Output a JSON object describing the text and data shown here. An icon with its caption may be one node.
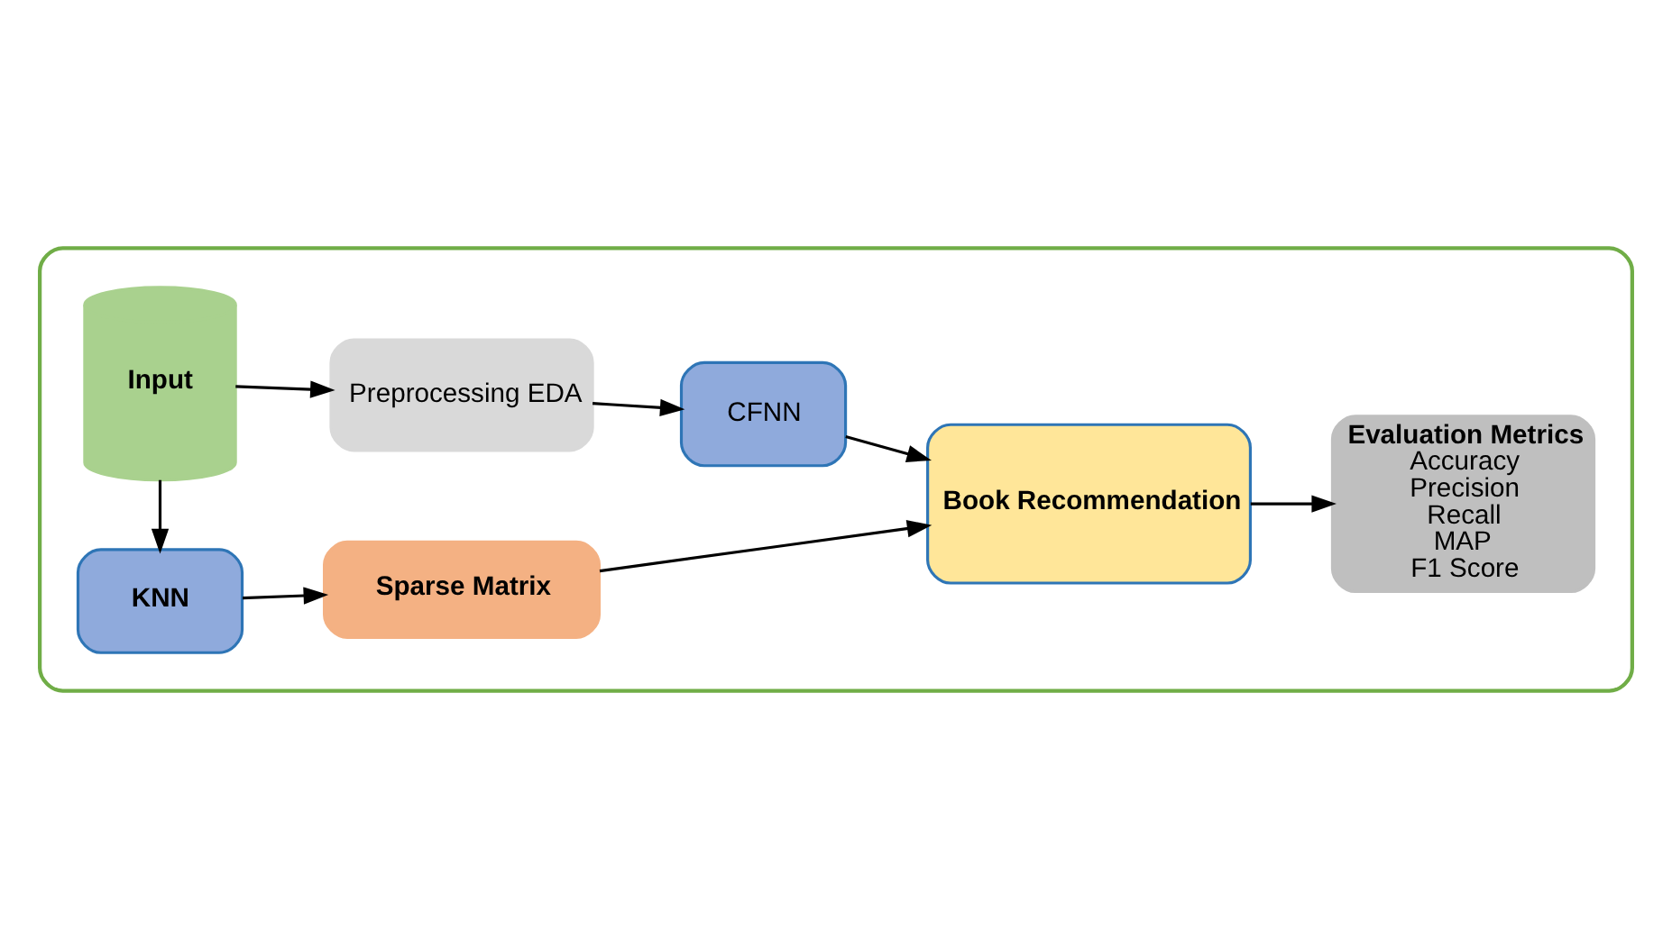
{
  "diagram": {
    "nodes": [
      {
        "text": [],
        "shape": "box"
      },
      {
        "text": [
          "Input"
        ],
        "in": 0
      },
      {
        "text": [
          "Preprocessing EDA"
        ],
        "in": 0
      },
      {
        "text": [
          "CFNN"
        ],
        "in": 0
      },
      {
        "text": [
          "Book Recommendation"
        ],
        "in": 0
      },
      {
        "text": [
          "Evaluation Metrics",
          "Accuracy",
          "Precision",
          "Recall",
          "MAP",
          "F1 Score"
        ],
        "in": 0
      },
      {
        "text": [
          "KNN"
        ],
        "in": 0
      },
      {
        "text": [
          "Sparse Matrix"
        ],
        "in": 0
      }
    ],
    "edges": [
      {
        "from": 1,
        "to": 2,
        "arrow": "to"
      },
      {
        "from": 2,
        "to": 3,
        "arrow": "to"
      },
      {
        "from": 3,
        "to": 4,
        "arrow": "to"
      },
      {
        "from": 4,
        "to": 5,
        "arrow": "to"
      },
      {
        "from": 1,
        "to": 6,
        "arrow": "to"
      },
      {
        "from": 6,
        "to": 7,
        "arrow": "to"
      },
      {
        "from": 7,
        "to": 4,
        "arrow": "to"
      }
    ]
  }
}
